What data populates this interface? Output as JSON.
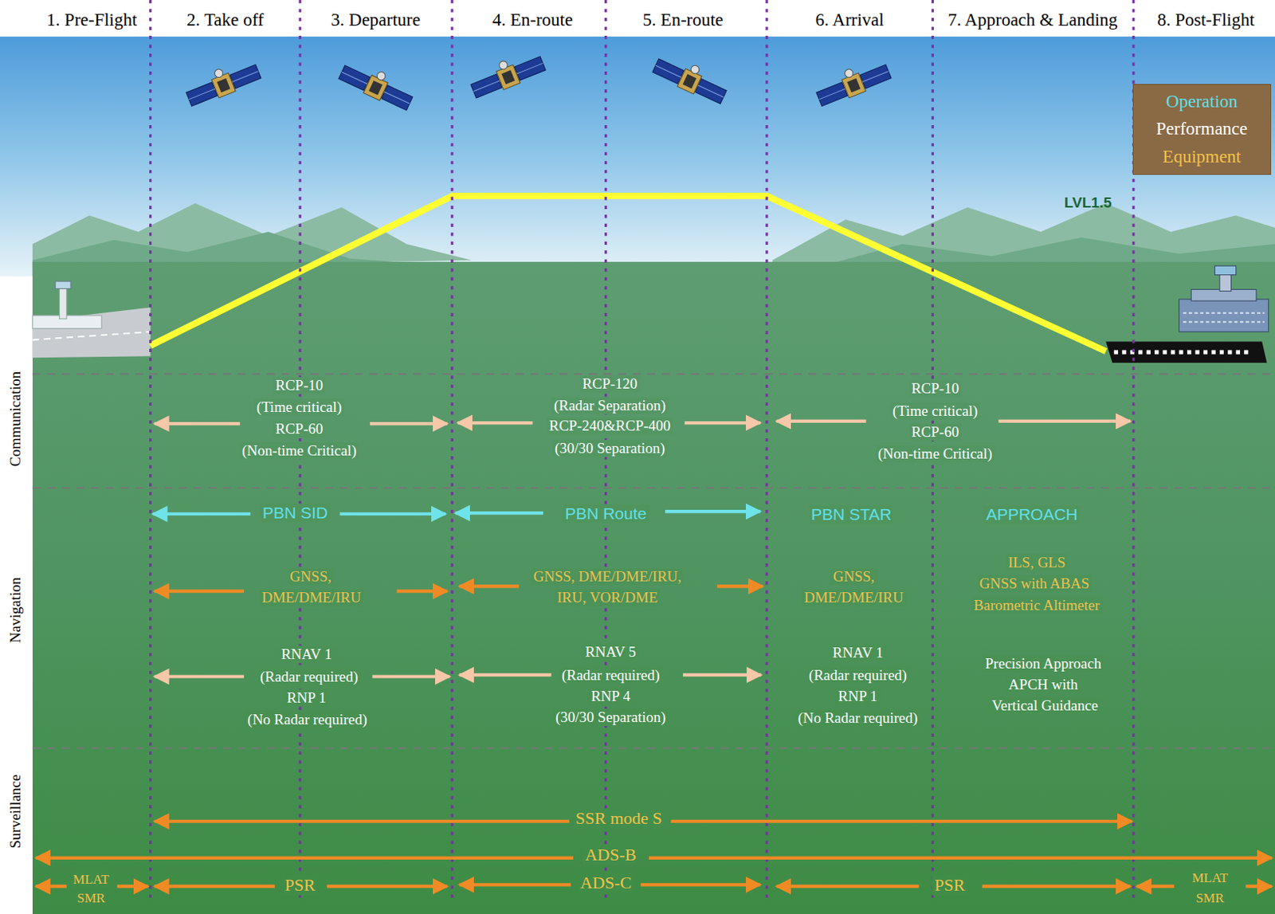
{
  "diagram": {
    "nodes": [
      {
        "text": [
          "Operation",
          "Performance",
          "Equipment"
        ]
      }
    ],
    "labels": [
      "1. Pre-Flight",
      "2. Take off",
      "3. Departure",
      "4. En-route",
      "5. En-route",
      "6. Arrival",
      "7. Approach & Landing",
      "8. Post-Flight",
      "Communication",
      "Navigation",
      "Surveillance",
      "LVL1.5",
      "RCP-10",
      "(Time critical)",
      "RCP-60",
      "(Non-time Critical)",
      "RCP-120",
      "(Radar Separation)",
      "RCP-240&RCP-400",
      "(30/30 Separation)",
      "RCP-10",
      "(Time critical)",
      "RCP-60",
      "(Non-time Critical)",
      "PBN SID",
      "PBN Route",
      "PBN STAR",
      "APPROACH",
      "GNSS,",
      "DME/DME/IRU",
      "GNSS, DME/DME/IRU,",
      "IRU, VOR/DME",
      "GNSS,",
      "DME/DME/IRU",
      "ILS, GLS",
      "GNSS with ABAS",
      "Barometric Altimeter",
      "RNAV 1",
      "(Radar required)",
      "RNP 1",
      "(No Radar required)",
      "RNAV 5",
      "(Radar required)",
      "RNP 4",
      "(30/30 Separation)",
      "RNAV 1",
      "(Radar required)",
      "RNP 1",
      "(No Radar required)",
      "Precision Approach",
      "APCH with",
      "Vertical Guidance",
      "SSR mode S",
      "ADS-B",
      "MLAT",
      "SMR",
      "PSR",
      "ADS-C",
      "PSR",
      "MLAT",
      "SMR"
    ]
  }
}
